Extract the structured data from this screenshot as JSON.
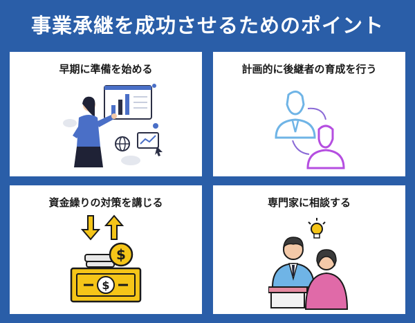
{
  "title": "事業承継を成功させるためのポイント",
  "cards": [
    {
      "label": "早期に準備を始める",
      "icon": "woman-presenting-chart-icon"
    },
    {
      "label": "計画的に後継者の育成を行う",
      "icon": "successor-people-icon"
    },
    {
      "label": "資金繰りの対策を講じる",
      "icon": "money-flow-icon"
    },
    {
      "label": "専門家に相談する",
      "icon": "consultation-icon"
    }
  ],
  "colors": {
    "background": "#2a5ea8",
    "card": "#ffffff",
    "accent_blue": "#4a6fc7",
    "coin_yellow": "#f5c518",
    "person_blue": "#6fb4e6",
    "person_pink": "#e06aa8"
  }
}
